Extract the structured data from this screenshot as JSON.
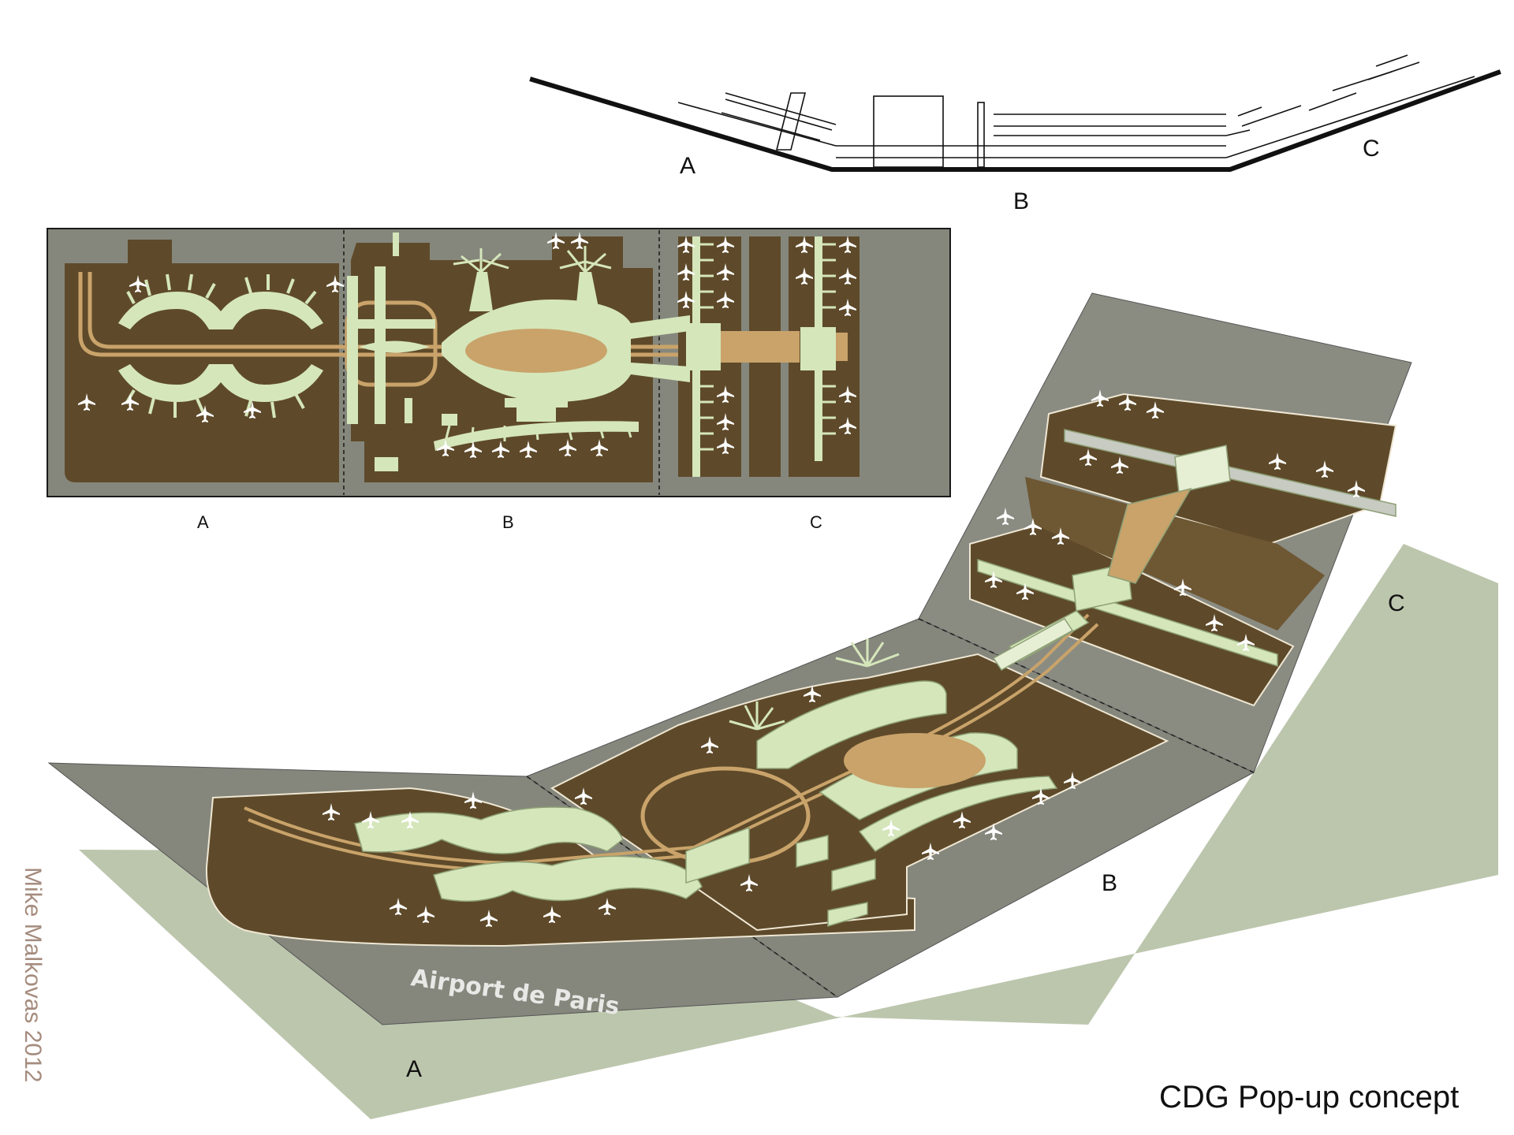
{
  "title": "CDG Pop-up concept",
  "credit": "Mike Malkovas 2012",
  "colors": {
    "board": "#85877c",
    "ground": "#5e4a2a",
    "terminal": "#d5e6bb",
    "road": "#c9a36a",
    "shadow": "#bcc6ad",
    "line": "#111111",
    "plane": "#ffffff"
  },
  "section_profile": {
    "labels": {
      "a": "A",
      "b": "B",
      "c": "C"
    }
  },
  "plan_view": {
    "labels": {
      "a": "A",
      "b": "B",
      "c": "C"
    }
  },
  "popup_model": {
    "board_text": "Airport de Paris",
    "labels": {
      "a": "A",
      "b": "B",
      "c": "C"
    }
  }
}
